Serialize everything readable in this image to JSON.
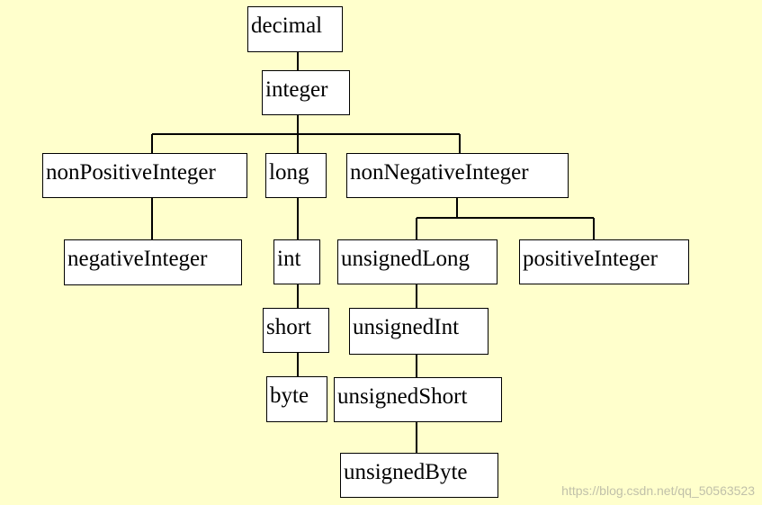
{
  "nodes": {
    "decimal": "decimal",
    "integer": "integer",
    "nonPositiveInteger": "nonPositiveInteger",
    "long": "long",
    "nonNegativeInteger": "nonNegativeInteger",
    "negativeInteger": "negativeInteger",
    "int": "int",
    "unsignedLong": "unsignedLong",
    "positiveInteger": "positiveInteger",
    "short": "short",
    "unsignedInt": "unsignedInt",
    "byte": "byte",
    "unsignedShort": "unsignedShort",
    "unsignedByte": "unsignedByte"
  },
  "watermark": "https://blog.csdn.net/qq_50563523"
}
